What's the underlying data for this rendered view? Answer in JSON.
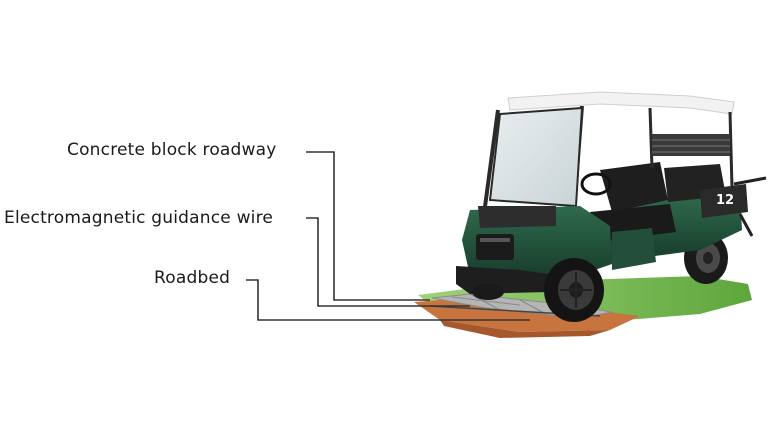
{
  "labels": [
    {
      "id": "concrete",
      "text": "Concrete block roadway"
    },
    {
      "id": "wire",
      "text": "Electromagnetic guidance wire"
    },
    {
      "id": "roadbed",
      "text": "Roadbed"
    }
  ],
  "cart": {
    "number": "12",
    "body_color": "#1f4a36",
    "roof_color": "#f2f2f2"
  },
  "colors": {
    "line": "#333333",
    "grass": "#7fbf5a",
    "soil": "#c8743f",
    "concrete": "#a9a9a9"
  }
}
